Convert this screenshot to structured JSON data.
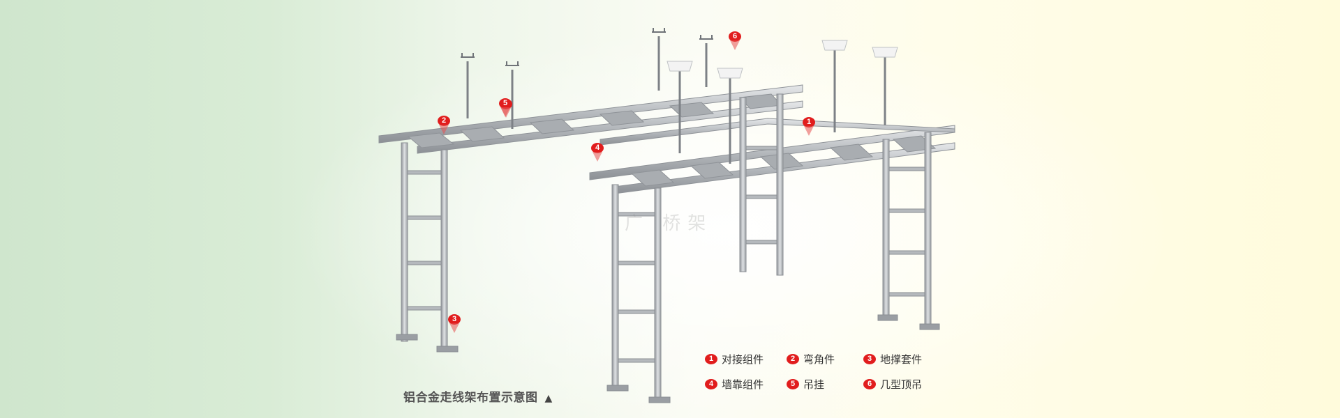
{
  "watermark": "广  桥架",
  "caption": {
    "text": "铝合金走线架布置示意图",
    "arrow": "▲"
  },
  "markers": [
    {
      "num": "1"
    },
    {
      "num": "2"
    },
    {
      "num": "3"
    },
    {
      "num": "4"
    },
    {
      "num": "5"
    },
    {
      "num": "6"
    }
  ],
  "legend": [
    {
      "num": "1",
      "label": "对接组件"
    },
    {
      "num": "2",
      "label": "弯角件"
    },
    {
      "num": "3",
      "label": "地撑套件"
    },
    {
      "num": "4",
      "label": "墙靠组件"
    },
    {
      "num": "5",
      "label": "吊挂"
    },
    {
      "num": "6",
      "label": "几型顶吊"
    }
  ],
  "colors": {
    "frame": "#b9bcc0",
    "frame_dark": "#8f9398",
    "marker": "#e11d1d"
  }
}
